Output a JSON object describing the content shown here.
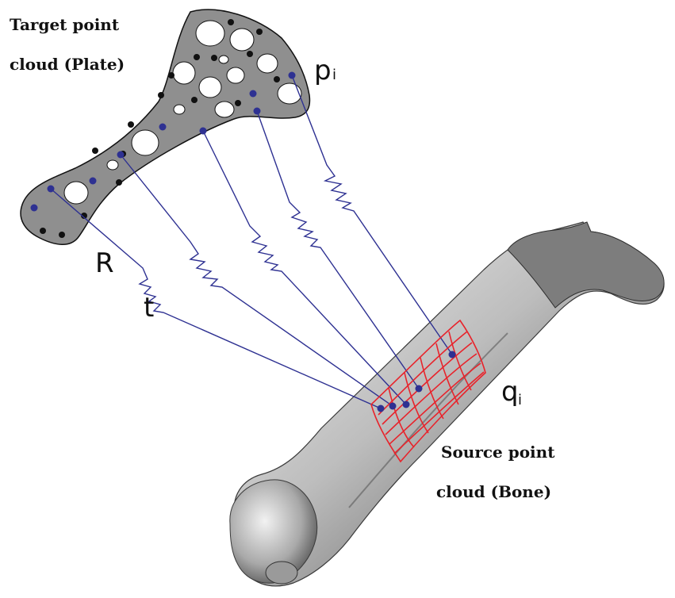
{
  "labels": {
    "target_line1": "Target point",
    "target_line2": "cloud (Plate)",
    "source_line1": "Source point",
    "source_line2": "cloud (Bone)",
    "p_main": "p",
    "p_sub": "i",
    "q_main": "q",
    "q_sub": "i",
    "rotation": "R",
    "translation": "t"
  },
  "colors": {
    "plate_fill": "#8f8f8f",
    "plate_outline": "#111111",
    "correspondence_line": "#2e3192",
    "point_blue": "#2e3192",
    "point_black": "#111111",
    "mesh_red": "#e8232b",
    "bone_dark": "#4a4a4a",
    "bone_light": "#e6e6e6"
  }
}
